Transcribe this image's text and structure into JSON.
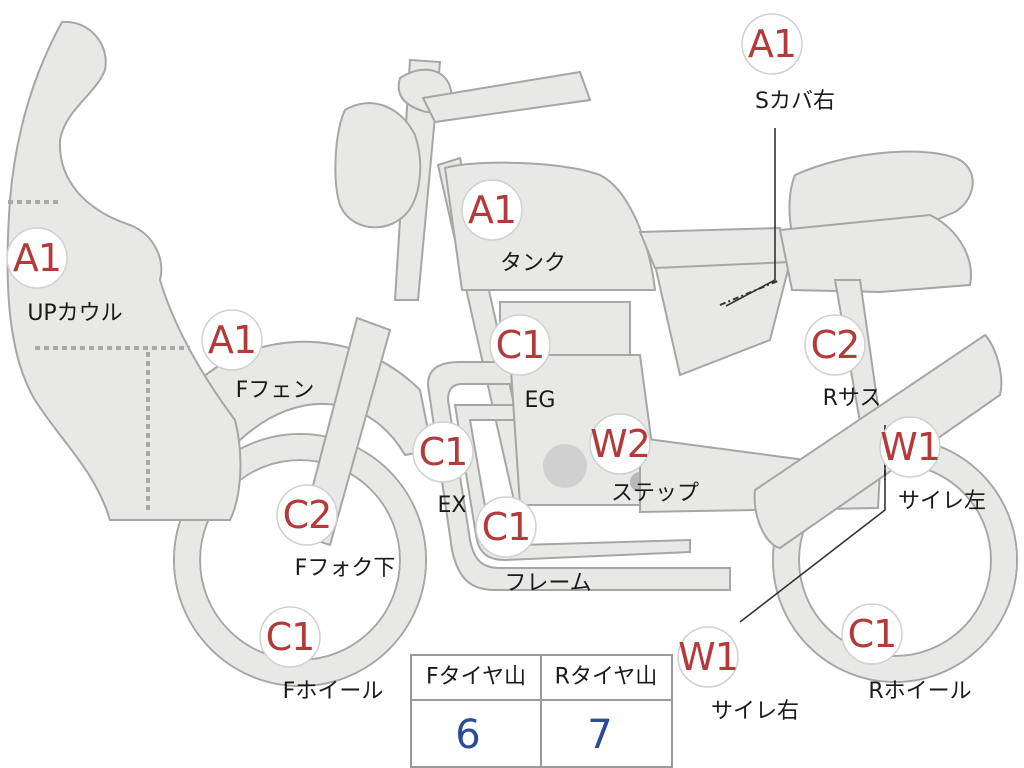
{
  "parts": [
    {
      "id": "sidecover-right",
      "code": "A1",
      "label": "Sカバ右"
    },
    {
      "id": "tank",
      "code": "A1",
      "label": "タンク"
    },
    {
      "id": "upper-cowl",
      "code": "A1",
      "label": "UPカウル"
    },
    {
      "id": "front-fender",
      "code": "A1",
      "label": "Fフェン"
    },
    {
      "id": "engine",
      "code": "C1",
      "label": "EG"
    },
    {
      "id": "rear-suspension",
      "code": "C2",
      "label": "Rサス"
    },
    {
      "id": "exhaust",
      "code": "C1",
      "label": "EX"
    },
    {
      "id": "step",
      "code": "W2",
      "label": "ステップ"
    },
    {
      "id": "silencer-left",
      "code": "W1",
      "label": "サイレ左"
    },
    {
      "id": "front-fork-lower",
      "code": "C2",
      "label": "Fフォク下"
    },
    {
      "id": "frame",
      "code": "C1",
      "label": "フレーム"
    },
    {
      "id": "front-wheel",
      "code": "C1",
      "label": "Fホイール"
    },
    {
      "id": "silencer-right",
      "code": "W1",
      "label": "サイレ右"
    },
    {
      "id": "rear-wheel",
      "code": "C1",
      "label": "Rホイール"
    }
  ],
  "tread_table": {
    "columns": [
      {
        "header": "Fタイヤ山",
        "value": "6"
      },
      {
        "header": "Rタイヤ山",
        "value": "7"
      }
    ]
  },
  "colors": {
    "part_fill": "#e8e8e6",
    "code_text": "#b33a3a",
    "value_text": "#2a4a9a"
  }
}
